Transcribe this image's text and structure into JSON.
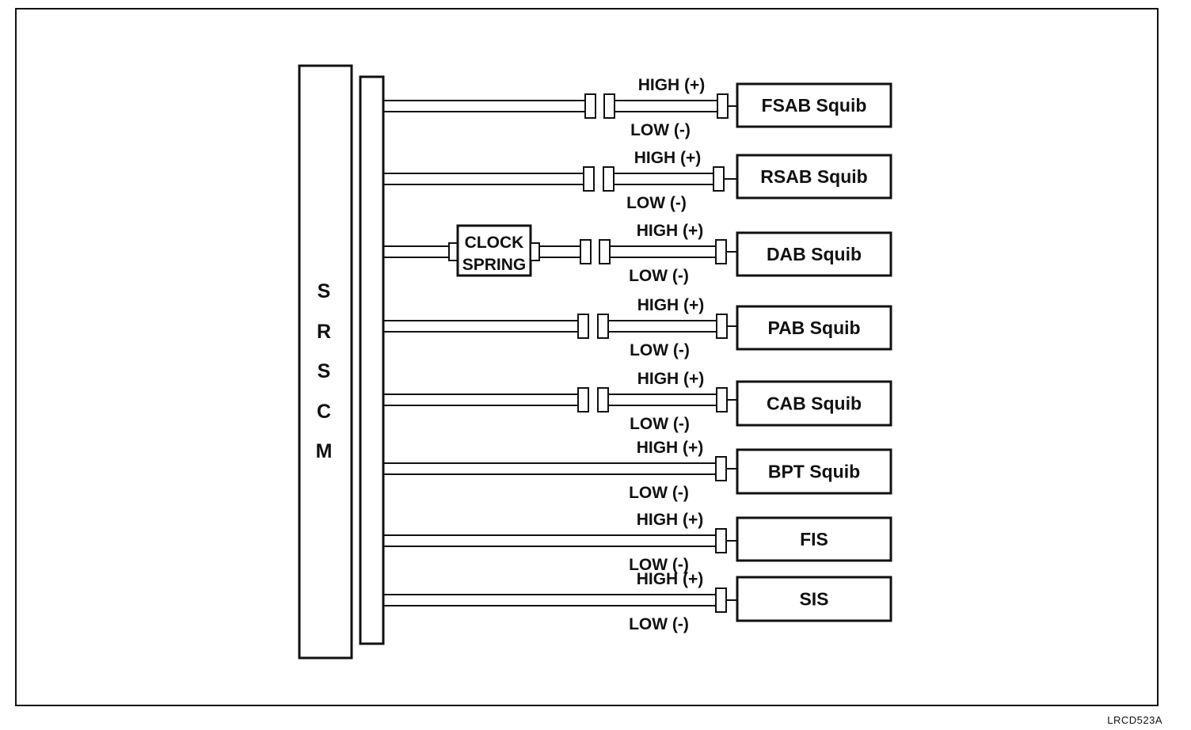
{
  "module": {
    "letters": [
      "S",
      "R",
      "S",
      "C",
      "M"
    ]
  },
  "clock_spring": {
    "line1": "CLOCK",
    "line2": "SPRING"
  },
  "circuits": [
    {
      "name": "FSAB Squib",
      "high": "HIGH (+)",
      "low": "LOW (-)",
      "connectors": "double"
    },
    {
      "name": "RSAB Squib",
      "high": "HIGH (+)",
      "low": "LOW (-)",
      "connectors": "double"
    },
    {
      "name": "DAB Squib",
      "high": "HIGH (+)",
      "low": "LOW (-)",
      "connectors": "double",
      "clock_spring": true
    },
    {
      "name": "PAB Squib",
      "high": "HIGH (+)",
      "low": "LOW (-)",
      "connectors": "double"
    },
    {
      "name": "CAB Squib",
      "high": "HIGH (+)",
      "low": "LOW (-)",
      "connectors": "double"
    },
    {
      "name": "BPT Squib",
      "high": "HIGH (+)",
      "low": "LOW (-)",
      "connectors": "single"
    },
    {
      "name": "FIS",
      "high": "HIGH (+)",
      "low": "LOW (-)",
      "connectors": "single"
    },
    {
      "name": "SIS",
      "high": "HIGH (+)",
      "low": "LOW (-)",
      "connectors": "single"
    }
  ],
  "figure_ref": "LRCD523A"
}
